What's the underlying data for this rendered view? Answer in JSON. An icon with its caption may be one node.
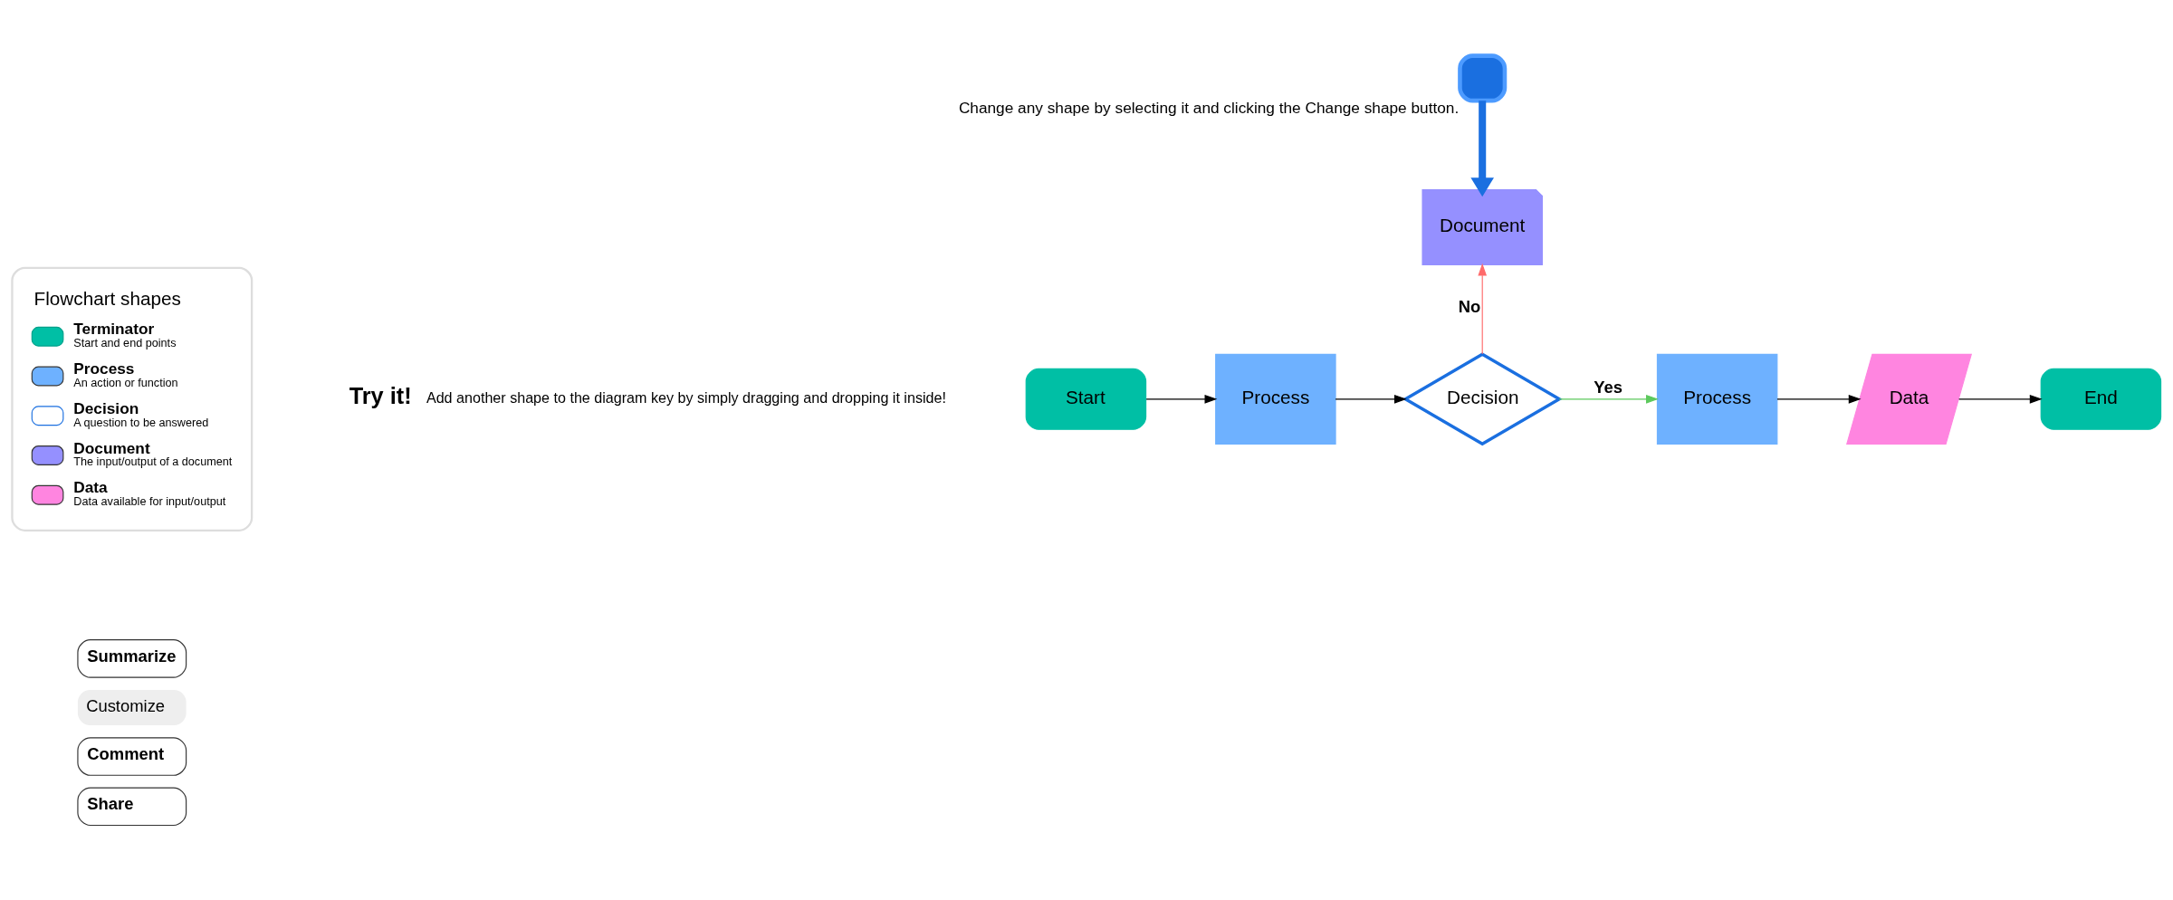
{
  "diagram": {
    "nodes": [
      {
        "text": [
          "Start"
        ]
      },
      {
        "text": [
          "Process"
        ]
      },
      {
        "text": [
          "Decision"
        ]
      },
      {
        "text": [
          "Document"
        ]
      },
      {
        "text": [
          "Process"
        ]
      },
      {
        "text": [
          "Data"
        ]
      },
      {
        "text": [
          "End"
        ]
      },
      {
        "text": [],
        "shape": "box",
        "beside": [
          "Change any shape by selecting it and clicking the Change shape button."
        ]
      }
    ],
    "edges": [
      {
        "from": 0,
        "to": 1,
        "arrow": "to"
      },
      {
        "from": 1,
        "to": 2,
        "arrow": "to"
      },
      {
        "from": 2,
        "to": 4,
        "arrow": "to",
        "label": "Yes",
        "color": "#5cc95c"
      },
      {
        "from": 2,
        "to": 3,
        "arrow": "to",
        "label": "No",
        "color": "#ff6b6b"
      },
      {
        "from": 4,
        "to": 5,
        "arrow": "to"
      },
      {
        "from": 5,
        "to": 6,
        "arrow": "to"
      },
      {
        "from": 7,
        "to": 3,
        "arrow": "to",
        "style": "thick",
        "color": "#1a6fe0"
      }
    ],
    "labels": [
      "Flowchart shapes",
      "Start and end points",
      "An action or function",
      "A question to be answered",
      "The input/output of a document",
      "Data available for input/output",
      "Try it!",
      "Add another shape to the diagram key by simply dragging and dropping it inside!",
      "Summarize",
      "Customize",
      "Comment",
      "Share"
    ],
    "legend": [
      {
        "text": "Terminator"
      },
      {
        "text": "Process"
      },
      {
        "text": "Decision"
      },
      {
        "text": "Document"
      },
      {
        "text": "Data"
      }
    ]
  }
}
